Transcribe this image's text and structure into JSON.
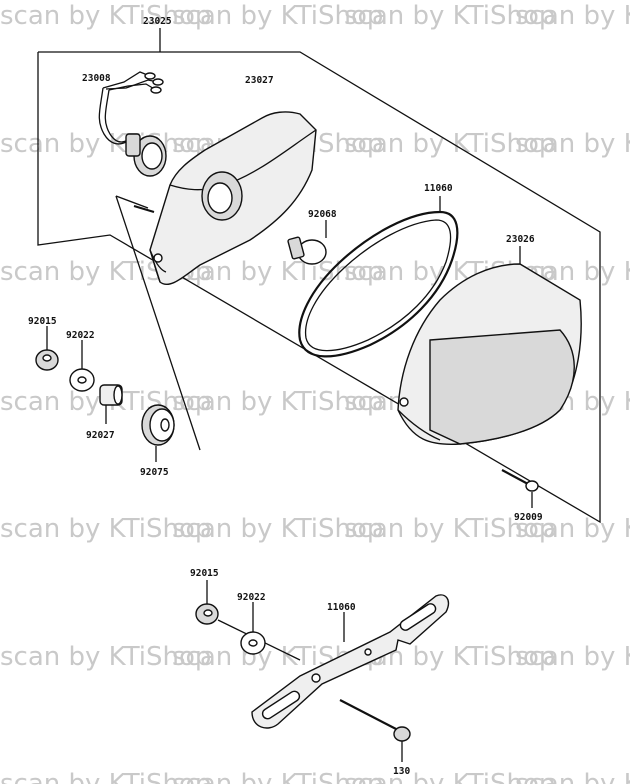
{
  "watermark": "scan by KTiShop",
  "parts": {
    "p23025": "23025",
    "p23008": "23008",
    "p23027": "23027",
    "p11060a": "11060",
    "p92068": "92068",
    "p23026": "23026",
    "p92015a": "92015",
    "p92022a": "92022",
    "p92027": "92027",
    "p92075": "92075",
    "p92009": "92009",
    "p92015b": "92015",
    "p92022b": "92022",
    "p11060b": "11060",
    "p130": "130"
  }
}
